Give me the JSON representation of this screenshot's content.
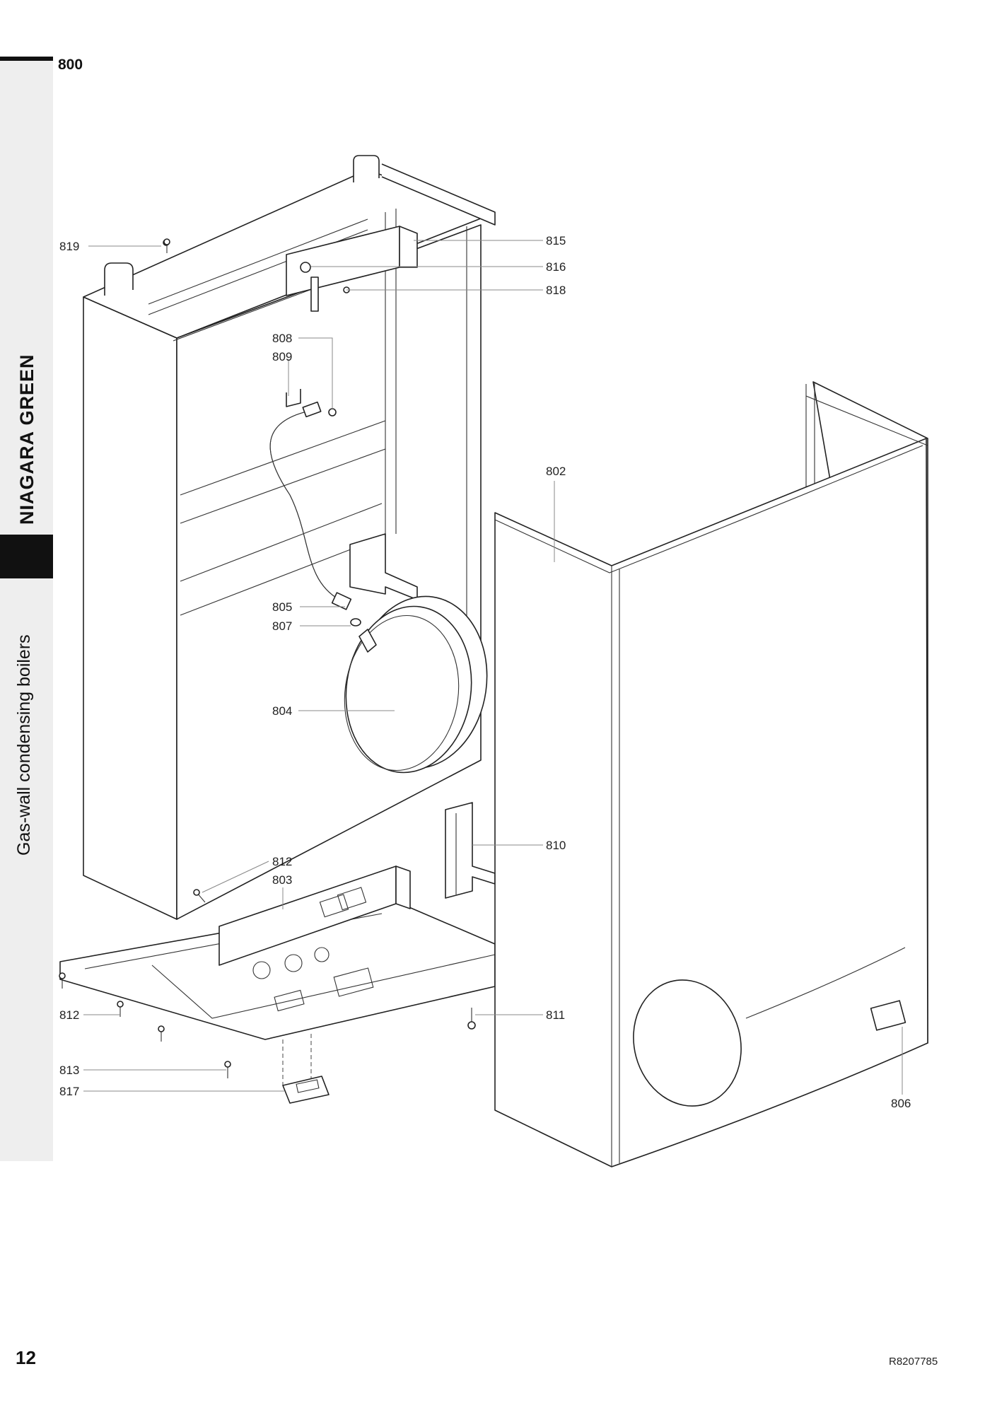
{
  "document": {
    "section_code": "800",
    "side_title": "NIAGARA GREEN",
    "side_subtitle": "Gas-wall condensing boilers",
    "page_number": "12",
    "drawing_reference": "R8207785"
  },
  "callouts": [
    {
      "id": "819",
      "label": "819"
    },
    {
      "id": "815",
      "label": "815"
    },
    {
      "id": "816",
      "label": "816"
    },
    {
      "id": "818",
      "label": "818"
    },
    {
      "id": "808",
      "label": "808"
    },
    {
      "id": "809",
      "label": "809"
    },
    {
      "id": "802",
      "label": "802"
    },
    {
      "id": "805",
      "label": "805"
    },
    {
      "id": "807",
      "label": "807"
    },
    {
      "id": "804",
      "label": "804"
    },
    {
      "id": "810",
      "label": "810"
    },
    {
      "id": "812a",
      "label": "812"
    },
    {
      "id": "803",
      "label": "803"
    },
    {
      "id": "812b",
      "label": "812"
    },
    {
      "id": "811",
      "label": "811"
    },
    {
      "id": "813",
      "label": "813"
    },
    {
      "id": "817",
      "label": "817"
    },
    {
      "id": "806",
      "label": "806"
    }
  ]
}
